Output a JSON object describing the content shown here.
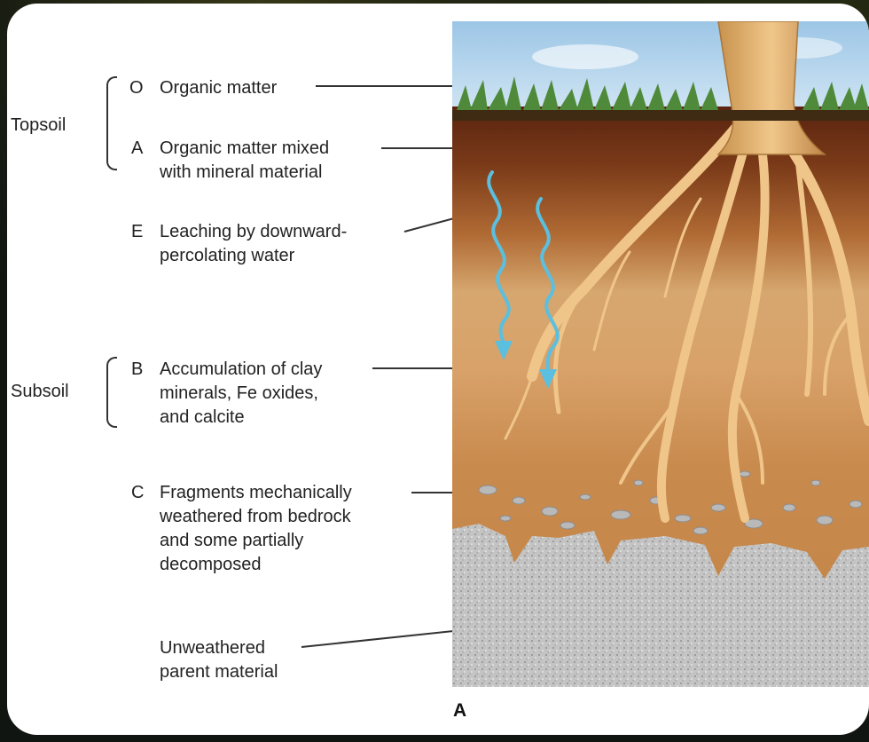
{
  "zones": {
    "topsoil": "Topsoil",
    "subsoil": "Subsoil"
  },
  "horizons": [
    {
      "letter": "O",
      "text": "Organic matter"
    },
    {
      "letter": "A",
      "text": "Organic matter mixed\nwith mineral material"
    },
    {
      "letter": "E",
      "text": "Leaching by downward-\npercolating water"
    },
    {
      "letter": "B",
      "text": "Accumulation of clay\nminerals, Fe oxides,\nand calcite"
    },
    {
      "letter": "C",
      "text": "Fragments mechanically\nweathered from bedrock\nand some partially\ndecomposed"
    },
    {
      "letter": "",
      "text": "Unweathered\nparent material"
    }
  ],
  "figure_label": "A",
  "colors": {
    "water_arrows": "#5bbfe0",
    "A_horizon": "#6a3216",
    "B_horizon": "#c98a4d",
    "bedrock": "#bcbcbc",
    "sky": "#a9cfe8"
  }
}
